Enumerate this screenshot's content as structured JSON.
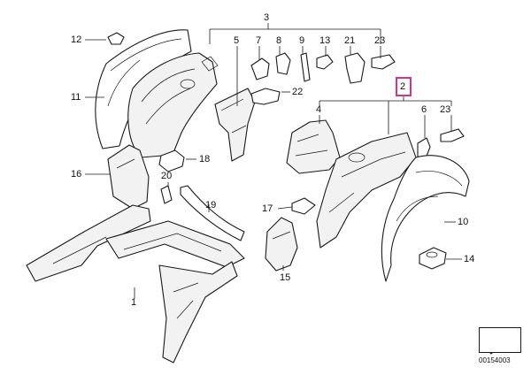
{
  "diagram": {
    "highlighted_part": "2",
    "reference_number": "00154003",
    "callouts": {
      "c1": "1",
      "c2": "2",
      "c3": "3",
      "c4": "4",
      "c5": "5",
      "c6": "6",
      "c7": "7",
      "c8": "8",
      "c9": "9",
      "c10": "10",
      "c11": "11",
      "c12": "12",
      "c13": "13",
      "c14": "14",
      "c15": "15",
      "c16": "16",
      "c17": "17",
      "c18": "18",
      "c19": "19",
      "c20": "20",
      "c21": "21",
      "c22": "22",
      "c23a": "23",
      "c23b": "23"
    },
    "highlight_color": "#d6338a"
  }
}
